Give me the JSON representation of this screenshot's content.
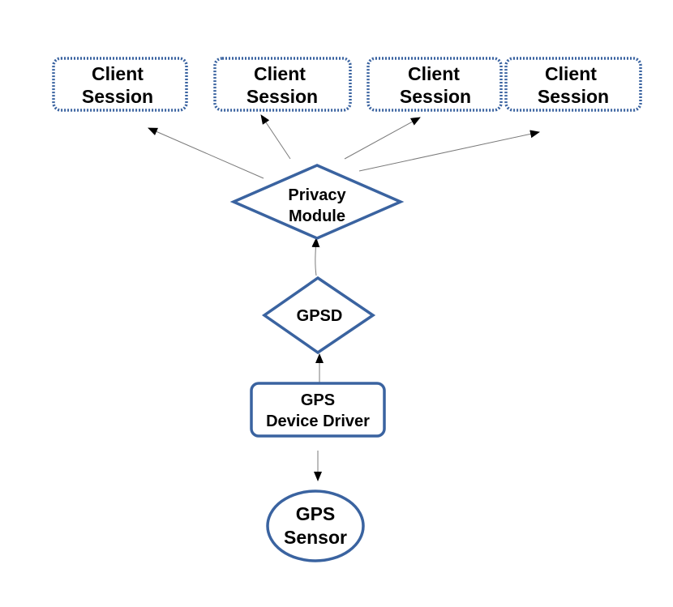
{
  "diagram": {
    "client_sessions": [
      {
        "line1": "Client",
        "line2": "Session"
      },
      {
        "line1": "Client",
        "line2": "Session"
      },
      {
        "line1": "Client",
        "line2": "Session"
      },
      {
        "line1": "Client",
        "line2": "Session"
      }
    ],
    "privacy_module": {
      "line1": "Privacy",
      "line2": "Module"
    },
    "gpsd": {
      "label": "GPSD"
    },
    "device_driver": {
      "line1": "GPS",
      "line2": "Device Driver"
    },
    "sensor": {
      "line1": "GPS",
      "line2": "Sensor"
    }
  },
  "colors": {
    "node_stroke": "#3a63a0",
    "edge": "#7a7a7a",
    "arrowhead": "#000000",
    "text": "#000000"
  }
}
